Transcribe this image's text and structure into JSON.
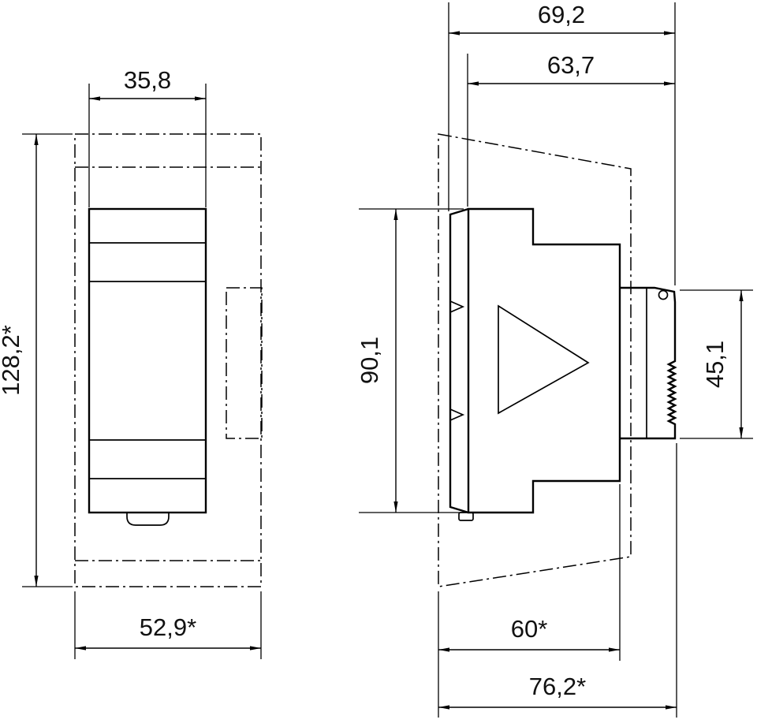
{
  "drawing": {
    "type": "technical-dimension-drawing",
    "units_style": "decimal-comma",
    "colors": {
      "ink": "#000000",
      "background": "#ffffff"
    }
  },
  "front": {
    "width_top": "35,8",
    "height_left": "128,2*",
    "width_bottom": "52,9*"
  },
  "side": {
    "depth_total_top": "69,2",
    "depth_body_top": "63,7",
    "height_left": "90,1",
    "rail_height_right": "45,1",
    "depth_body_bottom": "60*",
    "depth_total_bottom": "76,2*"
  }
}
